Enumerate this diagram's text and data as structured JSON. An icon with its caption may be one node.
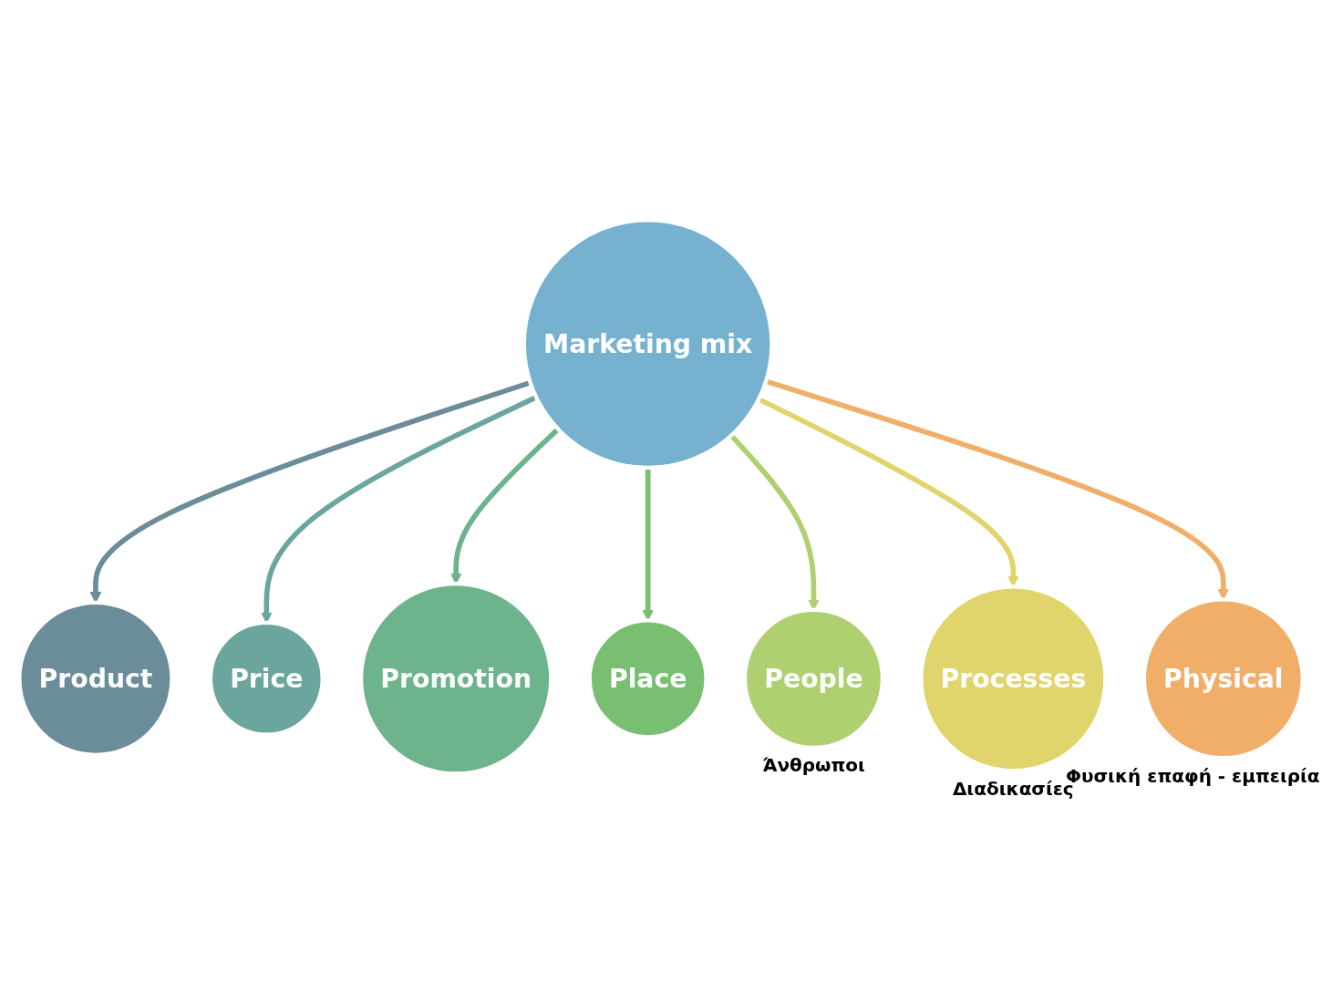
{
  "diagram": {
    "nodes": [
      {
        "text": [
          "Marketing mix"
        ]
      },
      {
        "text": [
          "Product"
        ]
      },
      {
        "text": [
          "Price"
        ]
      },
      {
        "text": [
          "Promotion"
        ]
      },
      {
        "text": [
          "Place"
        ]
      },
      {
        "text": [
          "People"
        ],
        "beside": [
          "Άνθρωποι"
        ]
      },
      {
        "text": [
          "Processes"
        ],
        "beside": [
          "Διαδικασίες"
        ]
      },
      {
        "text": [
          "Physical"
        ],
        "beside": [
          "Φυσική επαφή - εμπειρία"
        ]
      }
    ],
    "edges": [
      {
        "from": 0,
        "to": 1,
        "arrow": "to",
        "color": "#6b8c99"
      },
      {
        "from": 0,
        "to": 2,
        "arrow": "to",
        "color": "#6aa59e"
      },
      {
        "from": 0,
        "to": 3,
        "arrow": "to",
        "color": "#6db38c"
      },
      {
        "from": 0,
        "to": 4,
        "arrow": "to",
        "color": "#79bf72"
      },
      {
        "from": 0,
        "to": 5,
        "arrow": "to",
        "color": "#aed070"
      },
      {
        "from": 0,
        "to": 6,
        "arrow": "to",
        "color": "#e0d56c"
      },
      {
        "from": 0,
        "to": 7,
        "arrow": "to",
        "color": "#f0ae68"
      }
    ]
  }
}
